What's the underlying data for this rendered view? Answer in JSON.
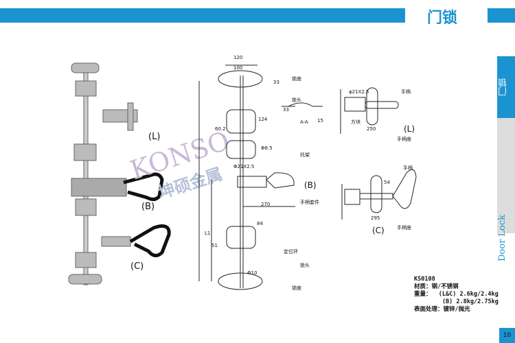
{
  "header": {
    "title": "门锁"
  },
  "side_tab": {
    "cn": "门锁",
    "en": "Door Lock"
  },
  "page_number": "10",
  "watermark": {
    "brand": "KONSO",
    "cn": "坤硕金属"
  },
  "photo_labels": {
    "l": "(L)",
    "b": "(B)",
    "c": "(C)"
  },
  "drawing_b": {
    "d120": "120",
    "d100": "100",
    "lock_seat": "锁座",
    "d33": "33",
    "lock_head": "锁头",
    "aa_33": "33",
    "aa_15": "15",
    "d124": "124",
    "d60": "60.2",
    "aa": "A-A",
    "phi85": "Φ8.5",
    "bracket": "托架",
    "phi21": "Φ21X2.5",
    "label": "(B)",
    "handle_kit": "手柄套件",
    "d270": "270",
    "d84": "84",
    "d51": "51",
    "l1": "L1",
    "ring": "定位环",
    "lock_head2": "锁头",
    "phi10": "Φ10",
    "lock_seat2": "锁座"
  },
  "drawing_l": {
    "phi21": "φ21X2.5",
    "handle": "手柄",
    "block": "方块",
    "d250": "250",
    "label": "(L)",
    "handle_seat": "手柄座"
  },
  "drawing_c": {
    "handle": "手柄",
    "d54": "54",
    "d295": "295",
    "label": "(C)",
    "handle_seat": "手柄座"
  },
  "spec": {
    "model": "KS0108",
    "material": "材质：钢/不锈钢",
    "weight": "重量：  (L&C) 2.6kg/2.4kg",
    "weight_b": "        (B) 2.8kg/2.75kg",
    "finish": "表面处理：镀锌/抛光"
  }
}
